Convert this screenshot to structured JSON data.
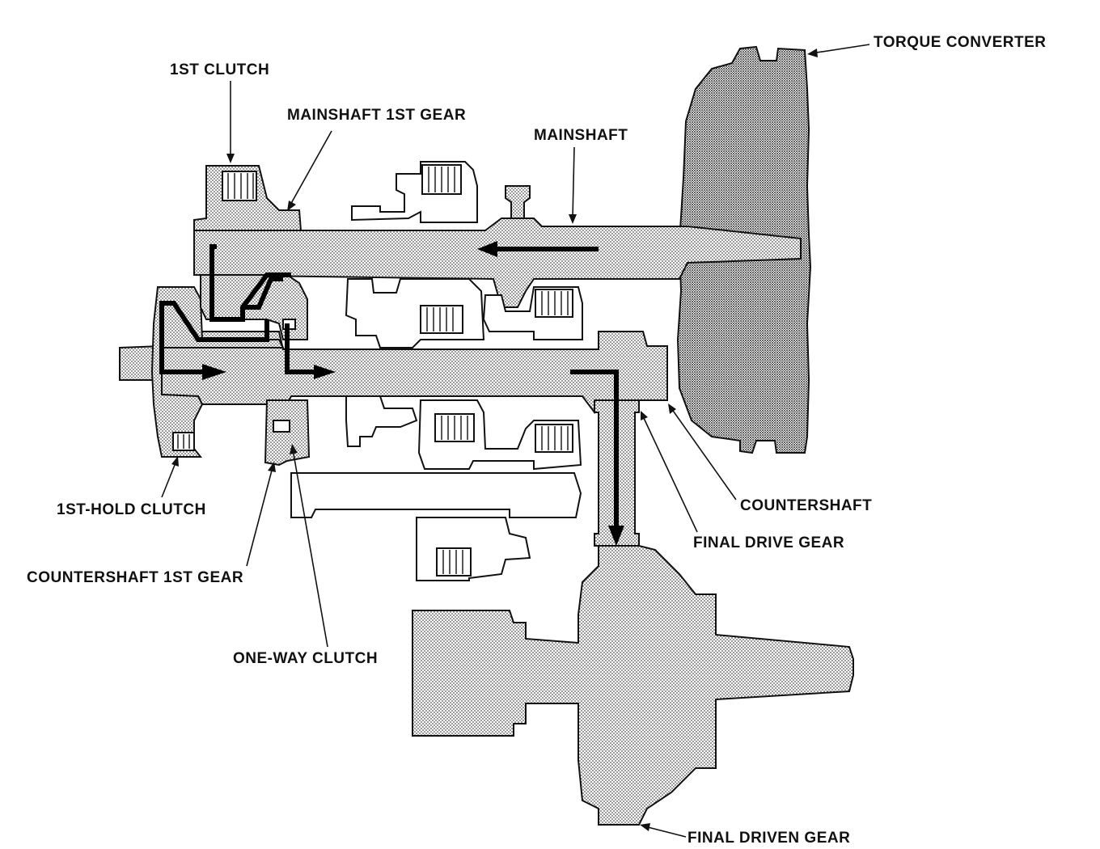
{
  "labels": {
    "torque_converter": "TORQUE CONVERTER",
    "first_clutch": "1ST CLUTCH",
    "mainshaft_first_gear": "MAINSHAFT 1ST GEAR",
    "mainshaft": "MAINSHAFT",
    "first_hold_clutch": "1ST-HOLD CLUTCH",
    "countershaft_first_gear": "COUNTERSHAFT 1ST GEAR",
    "one_way_clutch": "ONE-WAY CLUTCH",
    "countershaft": "COUNTERSHAFT",
    "final_drive_gear": "FINAL DRIVE GEAR",
    "final_driven_gear": "FINAL DRIVEN GEAR"
  },
  "colors": {
    "ink": "#111111",
    "stipple_dot": "#555555",
    "background": "#ffffff"
  }
}
